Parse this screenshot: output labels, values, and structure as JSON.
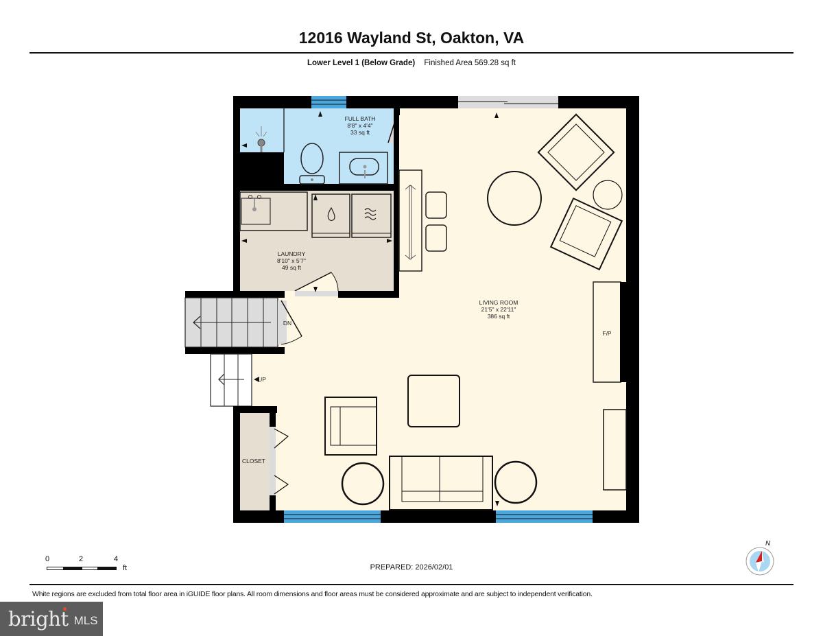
{
  "header": {
    "title": "12016 Wayland St, Oakton, VA",
    "level": "Lower Level 1 (Below Grade)",
    "finished_area": "Finished Area 569.28 sq ft"
  },
  "rooms": [
    {
      "id": "full-bath",
      "name": "FULL BATH",
      "dimensions": "8'8\" x 4'4\"",
      "area": "33 sq ft"
    },
    {
      "id": "laundry",
      "name": "LAUNDRY",
      "dimensions": "8'10\" x 5'7\"",
      "area": "49 sq ft"
    },
    {
      "id": "living-room",
      "name": "LIVING ROOM",
      "dimensions": "21'5\" x 22'11\"",
      "area": "386 sq ft"
    },
    {
      "id": "closet",
      "name": "CLOSET",
      "dimensions": "",
      "area": ""
    }
  ],
  "labels": {
    "fireplace": "F/P",
    "stairs_down": "DN",
    "stairs_up": "UP"
  },
  "scale": {
    "ticks": [
      "0",
      "2",
      "4"
    ],
    "unit": "ft"
  },
  "prepared": "PREPARED: 2026/02/01",
  "compass": {
    "label": "N"
  },
  "disclaimer": "White regions are excluded from total floor area in iGUIDE floor plans. All room dimensions and floor areas must be considered approximate and are subject to independent verification.",
  "logo": {
    "brand": "bright",
    "suffix": "MLS"
  },
  "colors": {
    "wall": "#000000",
    "bath": "#bfe3f7",
    "laundry": "#e6ded0",
    "living": "#fdf7e3",
    "closet": "#e6ded0",
    "stairs": "#dcdcdc",
    "window": "#4aa7dd"
  }
}
